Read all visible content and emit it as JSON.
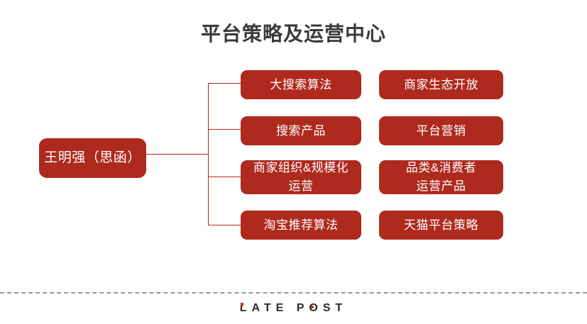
{
  "page": {
    "title": "平台策略及运营中心"
  },
  "org_chart": {
    "root": {
      "label": "王明强（思函）"
    },
    "rows": [
      {
        "primary": "大搜索算法",
        "secondary": "商家生态开放"
      },
      {
        "primary": "搜索产品",
        "secondary": "平台营销"
      },
      {
        "primary_line1": "商家组织&规模化",
        "primary_line2": "运营",
        "secondary_line1": "品类&消费者",
        "secondary_line2": "运营产品"
      },
      {
        "primary": "淘宝推荐算法",
        "secondary": "天猫平台策略"
      }
    ]
  },
  "footer": {
    "wordmark_l": "L",
    "wordmark_ate": "ATE",
    "wordmark_p": "P",
    "wordmark_o": "O",
    "wordmark_st": "ST"
  },
  "colors": {
    "node_fill": "#ae2a1e",
    "connector": "#ae2a1e",
    "title_text": "#3a3a3a",
    "node_text": "#ffffff",
    "footer_rule": "#9a9a9a",
    "logo_accent": "#c0392b"
  }
}
